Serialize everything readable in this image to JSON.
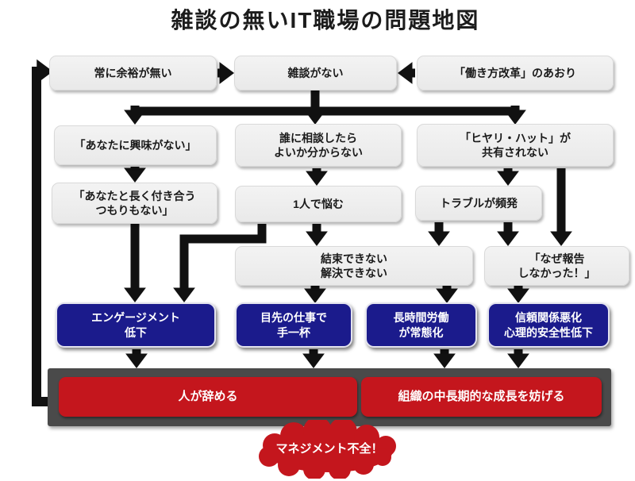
{
  "title": "雑談の無いIT職場の問題地図",
  "colors": {
    "box_light": "#ededed",
    "box_blue": "#1b1b8c",
    "box_red": "#c4161d",
    "bar_gray": "#4a4a4a",
    "arrow": "#111111",
    "text_dark": "#1a1a1a",
    "text_light": "#ffffff"
  },
  "nodes": {
    "always_busy": "常に余裕が無い",
    "no_chat": "雑談がない",
    "work_reform": "「働き方改革」のあおり",
    "no_interest": "「あなたに興味がない」",
    "unsure_who_to_ask": "誰に相談したら\nよいか分からない",
    "hiyari_hatto": "「ヒヤリ・ハット」が\n共有されない",
    "no_long_term": "「あなたと長く付き合う\nつもりもない」",
    "worry_alone": "1人で悩む",
    "frequent_trouble": "トラブルが頻発",
    "cannot_unite": "結束できない\n解決できない",
    "why_no_report": "「なぜ報告\nしなかった！」",
    "engagement_down": "エンゲージメント\n低下",
    "swamped": "目先の仕事で\n手一杯",
    "long_hours": "長時間労働\nが常態化",
    "trust_damage": "信頼関係悪化\n心理的安全性低下",
    "people_quit": "人が辞める",
    "growth_hindered": "組織の中長期的な成長を妨げる",
    "management_failure": "マネジメント不全！"
  }
}
